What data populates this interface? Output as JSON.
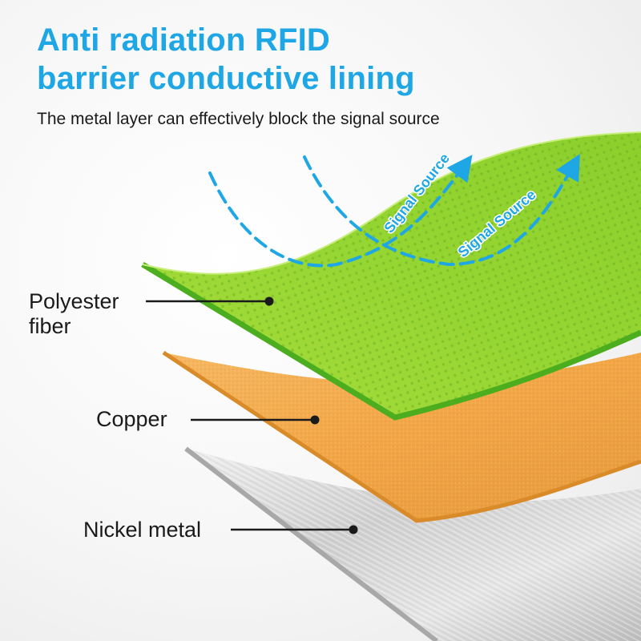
{
  "title_lines": [
    "Anti radiation RFID",
    "barrier conductive lining"
  ],
  "subtitle": "The metal layer can effectively block the signal source",
  "layers": {
    "polyester": {
      "lines": [
        "Polyester",
        "fiber"
      ]
    },
    "copper": {
      "lines": [
        "Copper"
      ]
    },
    "nickel": {
      "lines": [
        "Nickel metal"
      ]
    }
  },
  "signal_labels": [
    "Signal Source",
    "Signal Source"
  ],
  "colors": {
    "title": "#1ea7e4",
    "signal": "#1ea7e4",
    "polyester_top": "#9edb3a",
    "polyester_edge": "#4cae1f",
    "copper": "#f0a94a",
    "copper_edge": "#d98b2a",
    "nickel": "#d9d9d9",
    "text": "#1a1a1a"
  }
}
